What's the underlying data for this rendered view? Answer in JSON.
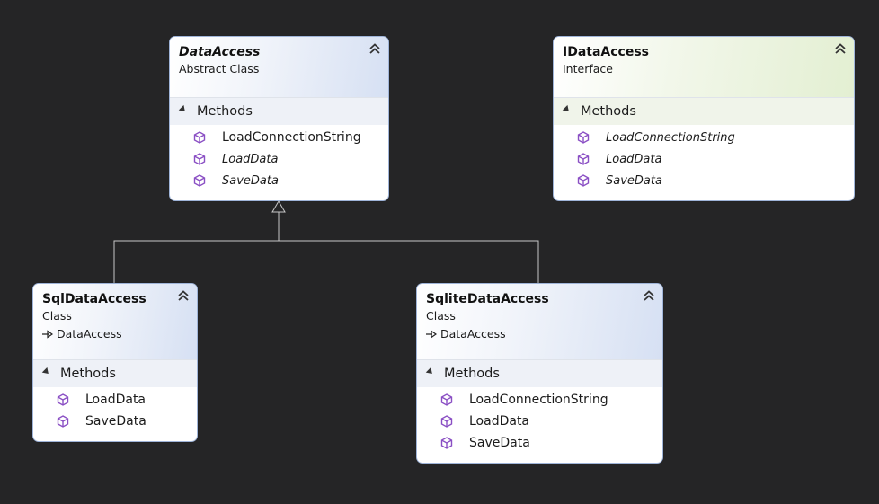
{
  "diagram": {
    "classes": [
      {
        "title": "DataAccess",
        "kind": "Abstract Class",
        "section_label": "Methods",
        "methods": [
          {
            "name": "LoadConnectionString",
            "italic": false
          },
          {
            "name": "LoadData",
            "italic": true
          },
          {
            "name": "SaveData",
            "italic": true
          }
        ]
      },
      {
        "title": "IDataAccess",
        "kind": "Interface",
        "section_label": "Methods",
        "methods": [
          {
            "name": "LoadConnectionString",
            "italic": true
          },
          {
            "name": "LoadData",
            "italic": true
          },
          {
            "name": "SaveData",
            "italic": true
          }
        ]
      },
      {
        "title": "SqlDataAccess",
        "kind": "Class",
        "base": "DataAccess",
        "section_label": "Methods",
        "methods": [
          {
            "name": "LoadData",
            "italic": false
          },
          {
            "name": "SaveData",
            "italic": false
          }
        ]
      },
      {
        "title": "SqliteDataAccess",
        "kind": "Class",
        "base": "DataAccess",
        "section_label": "Methods",
        "methods": [
          {
            "name": "LoadConnectionString",
            "italic": false
          },
          {
            "name": "LoadData",
            "italic": false
          },
          {
            "name": "SaveData",
            "italic": false
          }
        ]
      }
    ],
    "icons": {
      "collapse": "double-chevron-up-icon",
      "method": "method-cube-icon",
      "section_toggle": "expanded-triangle-icon",
      "inheritance": "inheritance-arrow-icon"
    },
    "colors": {
      "background": "#252526",
      "box_border": "#9fb4d8",
      "class_header_accent": "#d6e0f3",
      "interface_header_accent": "#e3efd2",
      "method_icon": "#8a4fc4",
      "connector": "#c8c8c8"
    }
  }
}
